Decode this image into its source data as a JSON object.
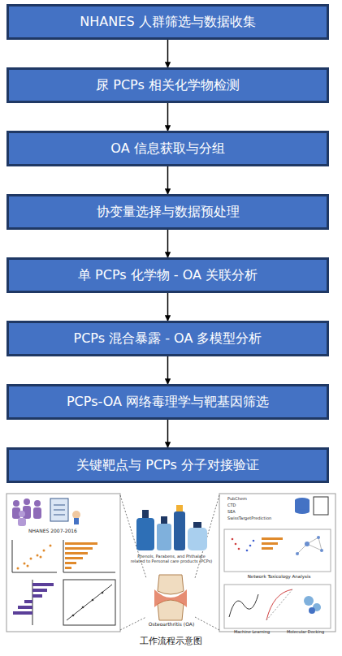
{
  "diagram": {
    "caption": "工作流程示意图",
    "nodes": [
      {
        "text": [
          "NHANES 人群筛选与数据收集"
        ]
      },
      {
        "text": [
          "尿 PCPs 相关化学物检测"
        ]
      },
      {
        "text": [
          "OA 信息获取与分组"
        ]
      },
      {
        "text": [
          "协变量选择与数据预处理"
        ]
      },
      {
        "text": [
          "单 PCPs 化学物 - OA 关联分析"
        ]
      },
      {
        "text": [
          "PCPs 混合暴露 - OA 多模型分析"
        ]
      },
      {
        "text": [
          "PCPs-OA 网络毒理学与靶基因筛选"
        ]
      },
      {
        "text": [
          "关键靶点与 PCPs 分子对接验证"
        ]
      }
    ],
    "edges": [
      {
        "from": 0,
        "to": 1,
        "arrow": "to"
      },
      {
        "from": 1,
        "to": 2,
        "arrow": "to"
      },
      {
        "from": 2,
        "to": 3,
        "arrow": "to"
      },
      {
        "from": 3,
        "to": 4,
        "arrow": "to"
      },
      {
        "from": 4,
        "to": 5,
        "arrow": "to"
      },
      {
        "from": 5,
        "to": 6,
        "arrow": "to"
      },
      {
        "from": 6,
        "to": 7,
        "arrow": "to"
      }
    ],
    "labels": [
      "NHANES 2007-2016",
      "Phenols, Parabens, and Phthalate related to Personal care products (PCPs)",
      "Osteoarthritis (OA)",
      "PubChem",
      "CTD",
      "SEA",
      "SwissTargetPrediction",
      "Network Toxicology Analysis",
      "Machine Learning",
      "Molecular Docking"
    ]
  }
}
